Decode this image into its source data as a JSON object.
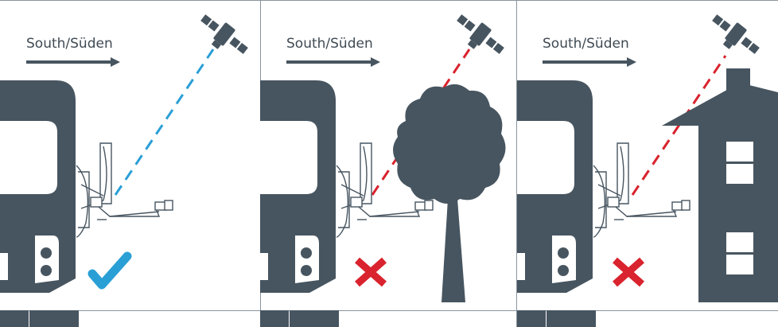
{
  "colors": {
    "dark": "#475560",
    "frame": "#8a949c",
    "ok_line": "#2a9fd6",
    "blocked_line": "#d9232e",
    "check": "#2a9fd6",
    "cross": "#d9232e"
  },
  "panels": [
    {
      "direction_label": "South/Süden",
      "obstacle": "none",
      "line_status": "clear",
      "result_icon": "checkmark-icon"
    },
    {
      "direction_label": "South/Süden",
      "obstacle": "tree",
      "line_status": "blocked",
      "result_icon": "cross-icon"
    },
    {
      "direction_label": "South/Süden",
      "obstacle": "house",
      "line_status": "blocked",
      "result_icon": "cross-icon"
    }
  ]
}
